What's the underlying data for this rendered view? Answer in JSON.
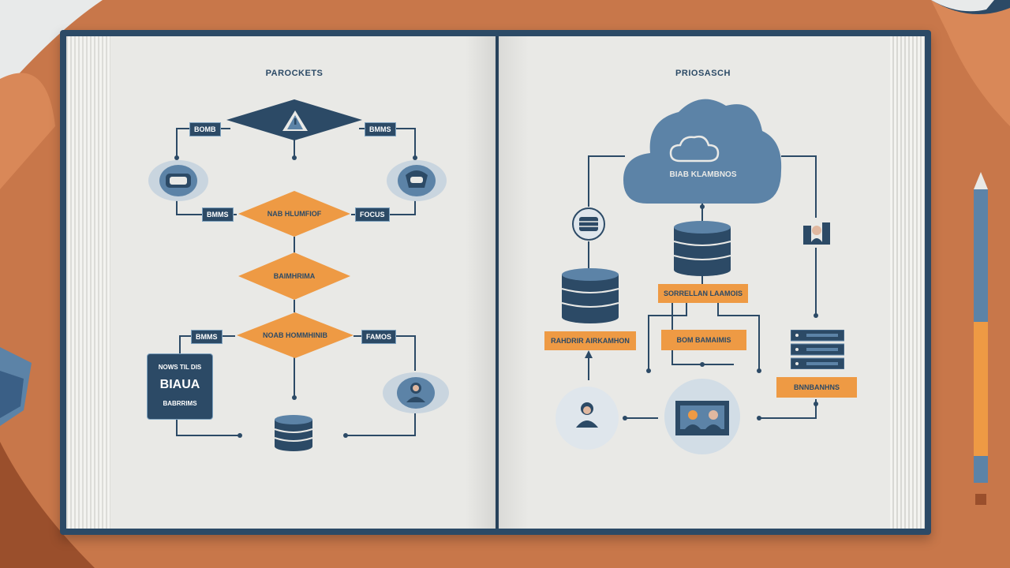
{
  "colors": {
    "navy": "#2c4a66",
    "steel": "#5c83a7",
    "orange": "#ee9a44",
    "paper": "#e9e9e6",
    "desk": "#c8774a"
  },
  "left_page": {
    "title": "PAROCKETS",
    "tags": [
      "BOMB",
      "BMMS",
      "BMMS",
      "FOCUS",
      "BMMS",
      "FAMOS"
    ],
    "diamonds": [
      "NAB HLUMFIOF",
      "BAIMHRIMA",
      "NOAB HOMMHINIB"
    ],
    "panel": {
      "top": "NOWS TIL DIS",
      "main": "BIAUA",
      "bottom": "BABRRIMS"
    }
  },
  "right_page": {
    "title": "PRIOSASCH",
    "cloud_label": "BIAB KLAMBNOS",
    "orange_boxes": [
      "SORRELLAN LAAMOIS",
      "RAHDRIR AIRKAMHON",
      "BOM BAMAIMIS",
      "BNNBANHNS"
    ]
  },
  "icons": [
    "warning-icon",
    "cloud-icon",
    "database-icon",
    "server-icon",
    "user-icon",
    "people-icon",
    "pencil-icon"
  ]
}
